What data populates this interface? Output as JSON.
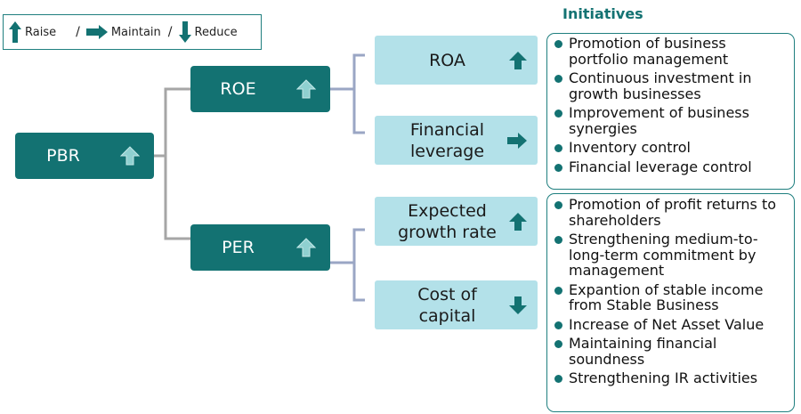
{
  "legend": {
    "raise": "Raise",
    "maintain": "Maintain",
    "reduce": "Reduce",
    "separator": "/"
  },
  "boxes": {
    "pbr": {
      "label": "PBR",
      "trend": "raise"
    },
    "roe": {
      "label": "ROE",
      "trend": "raise"
    },
    "per": {
      "label": "PER",
      "trend": "raise"
    },
    "roa": {
      "label": "ROA",
      "trend": "raise"
    },
    "financial_leverage": {
      "label_line1": "Financial",
      "label_line2": "leverage",
      "trend": "maintain"
    },
    "expected_growth_rate": {
      "label_line1": "Expected",
      "label_line2": "growth rate",
      "trend": "raise"
    },
    "cost_of_capital": {
      "label_line1": "Cost of",
      "label_line2": "capital",
      "trend": "reduce"
    }
  },
  "initiatives": {
    "title": "Initiatives",
    "roe_group": [
      "Promotion of business portfolio management",
      "Continuous investment in growth businesses",
      "Improvement of business synergies",
      "Inventory control",
      "Financial leverage control"
    ],
    "per_group": [
      "Promotion of profit returns to shareholders",
      "Strengthening medium-to-long-term commitment by management",
      "Expantion of stable income from Stable Business",
      "Increase of Net Asset Value",
      "Maintaining financial soundness",
      "Strengthening IR activities"
    ]
  },
  "colors": {
    "dark_box": "#137272",
    "light_box": "#b3e1e9",
    "dark_arrow_on_light": "#137272",
    "light_arrow_on_dark": "#8fd0d0",
    "connector": "#a6a6a6",
    "connector_right": "#9aa6c4"
  }
}
